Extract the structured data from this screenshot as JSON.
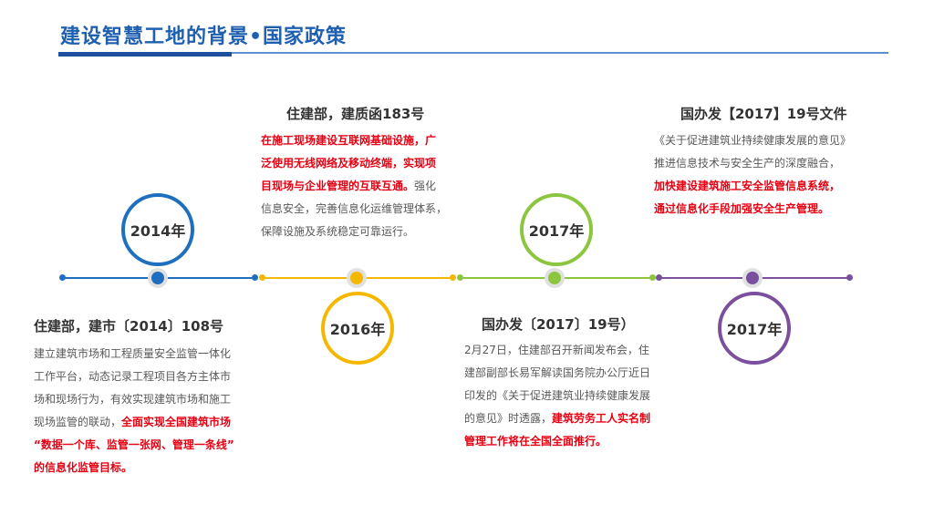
{
  "title": "建设智慧工地的背景•国家政策",
  "colors": {
    "title": "#1f5fb0",
    "blue": "#1f6fc0",
    "yellow": "#f5b800",
    "green": "#8cc63f",
    "purple": "#7a4f9e",
    "highlight": "#e60012"
  },
  "events": [
    {
      "year": "2014年",
      "heading": "住建部，建市〔2014〕108号",
      "lines": [
        [
          {
            "t": "建立建筑市场和工程质量安全监管一体化"
          }
        ],
        [
          {
            "t": "工作平台，动态记录工程项目各方主体市"
          }
        ],
        [
          {
            "t": "场和现场行为，有效实现建筑市场和施工"
          }
        ],
        [
          {
            "t": "现场监管的联动，"
          },
          {
            "t": "全面实现全国建筑市场",
            "red": true
          }
        ],
        [
          {
            "t": "“数据一个库、监管一张网、管理一条线”",
            "red": true
          }
        ],
        [
          {
            "t": "的信息化监管目标。",
            "red": true
          }
        ]
      ]
    },
    {
      "year": "2016年",
      "heading": "住建部，建质函183号",
      "lines": [
        [
          {
            "t": "在施工现场建设互联网基础设施，广",
            "red": true
          }
        ],
        [
          {
            "t": "泛使用无线网络及移动终端，实现项",
            "red": true
          }
        ],
        [
          {
            "t": "目现场与企业管理的互联互通。",
            "red": true
          },
          {
            "t": "强化"
          }
        ],
        [
          {
            "t": "信息安全，完善信息化运维管理体系，"
          }
        ],
        [
          {
            "t": "保障设施及系统稳定可靠运行。"
          }
        ]
      ]
    },
    {
      "year": "2017年",
      "heading": "国办发〔2017〕19号）",
      "lines": [
        [
          {
            "t": "2月27日，住建部召开新闻发布会，住"
          }
        ],
        [
          {
            "t": "建部副部长易军解读国务院办公厅近日"
          }
        ],
        [
          {
            "t": "印发的《关于促进建筑业持续健康发展"
          }
        ],
        [
          {
            "t": "的意见》时透露，"
          },
          {
            "t": "建筑劳务工人实名制",
            "red": true
          }
        ],
        [
          {
            "t": "管理工作将在全国全面推行。",
            "red": true
          }
        ]
      ]
    },
    {
      "year": "2017年",
      "heading": "国办发【2017】19号文件",
      "lines": [
        [
          {
            "t": "《关于促进建筑业持续健康发展的意见》"
          }
        ],
        [
          {
            "t": "推进信息技术与安全生产的深度融合，"
          }
        ],
        [
          {
            "t": "加快建设建筑施工安全监管信息系统，",
            "red": true
          }
        ],
        [
          {
            "t": "通过信息化手段加强安全生产管理。",
            "red": true
          }
        ]
      ]
    }
  ]
}
